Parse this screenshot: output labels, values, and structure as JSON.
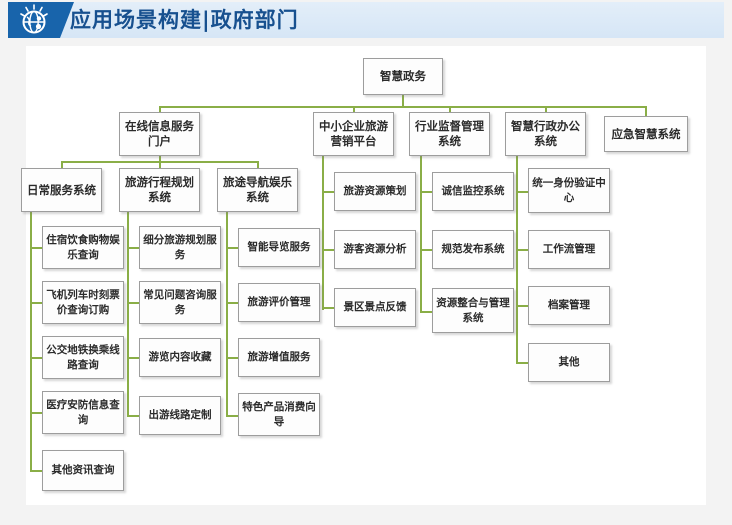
{
  "header": {
    "title": "应用场景构建|政府部门",
    "icon": "globe-idea-icon",
    "icon_block_color": "#1864ab",
    "banner_color": "#dfeaf7",
    "title_color": "#17508f"
  },
  "diagram": {
    "type": "org-chart",
    "connector_color": "#8aae47",
    "node_border_color": "#9d9d9d",
    "node_fill_color": "#fdfdfd",
    "root": "智慧政务",
    "branches": [
      {
        "label": "在线信息服务门户",
        "children": [
          {
            "label": "日常服务系统",
            "leaves": [
              "住宿饮食购物娱乐查询",
              "飞机列车时刻票价查询订购",
              "公交地铁换乘线路查询",
              "医疗安防信息查询",
              "其他资讯查询"
            ]
          },
          {
            "label": "旅游行程规划系统",
            "leaves": [
              "细分旅游规划服务",
              "常见问题咨询服务",
              "游览内容收藏",
              "出游线路定制"
            ]
          },
          {
            "label": "旅途导航娱乐系统",
            "leaves": [
              "智能导览服务",
              "旅游评价管理",
              "旅游增值服务",
              "特色产品消费向导"
            ]
          }
        ]
      },
      {
        "label": "中小企业旅游营销平台",
        "leaves": [
          "旅游资源策划",
          "游客资源分析",
          "景区景点反馈"
        ]
      },
      {
        "label": "行业监督管理系统",
        "leaves": [
          "诚信监控系统",
          "规范发布系统",
          "资源整合与管理系统"
        ]
      },
      {
        "label": "智慧行政办公系统",
        "leaves": [
          "统一身份验证中心",
          "工作流管理",
          "档案管理",
          "其他"
        ]
      },
      {
        "label": "应急智慧系统",
        "leaves": []
      }
    ]
  }
}
